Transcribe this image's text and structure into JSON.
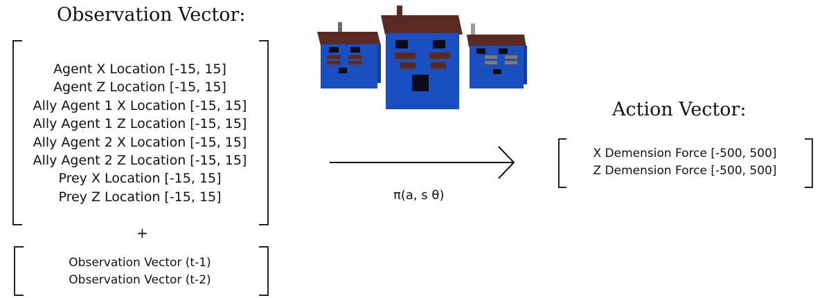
{
  "observation": {
    "title": "Observation Vector:",
    "items": [
      "Agent X Location [-15, 15]",
      "Agent Z Location [-15, 15]",
      "Ally Agent 1 X Location [-15, 15]",
      "Ally Agent 1 Z Location [-15, 15]",
      "Ally Agent 2 X Location [-15, 15]",
      "Ally Agent 2 Z Location [-15, 15]",
      "Prey X Location [-15, 15]",
      "Prey Z Location [-15, 15]"
    ],
    "plus": "+",
    "history": [
      "Observation Vector (t-1)",
      "Observation Vector (t-2)"
    ]
  },
  "policy_label": "π(a, s θ)",
  "action": {
    "title": "Action Vector:",
    "items": [
      "X Demension Force [-500, 500]",
      "Z Demension Force [-500, 500]"
    ]
  },
  "colors": {
    "agent_blue": "#1a4fc2",
    "roof_brown": "#5a2a22",
    "eye_dark": "#0b0b1a",
    "brow_gray": "#7a7a7a"
  }
}
